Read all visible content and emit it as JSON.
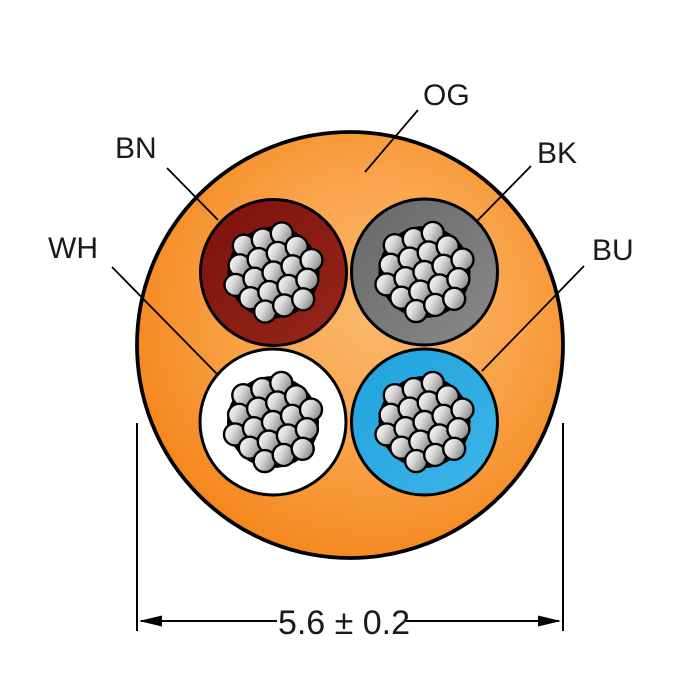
{
  "diagram": {
    "labels": {
      "jacket": "OG",
      "bn": "BN",
      "bk": "BK",
      "wh": "WH",
      "bu": "BU"
    },
    "dimension": {
      "text": "5.6 ± 0.2"
    },
    "colors": {
      "jacket_center": "#FBB96F",
      "jacket_mid": "#F9A349",
      "jacket_edge": "#F4861B",
      "bn_dark": "#7C120C",
      "bn_light": "#97261A",
      "bk_dark": "#676767",
      "bk_light": "#8A8A8A",
      "wh": "#FFFFFF",
      "bu_dark": "#1EA2DC",
      "bu_light": "#3FB5E8",
      "strand_light": "#FFFFFF",
      "strand_mid": "#DADADA",
      "strand_dark": "#8A8A8A",
      "outline": "#000000"
    }
  }
}
